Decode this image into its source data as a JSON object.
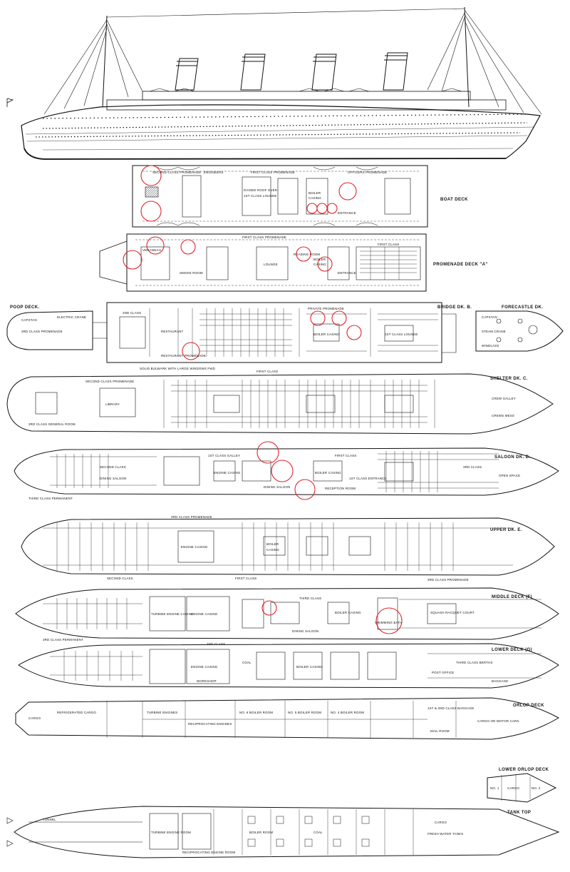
{
  "diagram": {
    "colors": {
      "ink": "#111111",
      "paper": "#ffffff",
      "highlight": "#e0242b"
    },
    "decks": [
      {
        "id": "boat",
        "title": "BOAT DECK",
        "labels": [
          "SECOND CLASS PROMENADE",
          "ENGINEERS",
          "FIRST CLASS PROMENADE",
          "OFFICERS PROMENADE",
          "RAISED ROOF OVER",
          "1ST CLASS LOUNGE",
          "BOILER",
          "CASING",
          "ENTRANCE"
        ]
      },
      {
        "id": "promenade",
        "title": "PROMENADE DECK \"A\"",
        "labels": [
          "FIRST CLASS PROMENADE",
          "VERANDAH",
          "SMOKE ROOM",
          "LOUNGE",
          "READING ROOM",
          "BOILER",
          "CASING",
          "ENTRANCE",
          "FIRST CLASS"
        ]
      },
      {
        "id": "poop",
        "title": "POOP DECK.",
        "labels": [
          "CAPSTAN",
          "ELECTRIC CRANE",
          "3RD CLASS PROMENADE",
          "2ND CLASS",
          "RESTAURANT",
          "RESTAURANT PROMENADE",
          "PRIVATE PROMENADE",
          "BOILER CASING",
          "1ST CLASS LOUNGE"
        ]
      },
      {
        "id": "bridge",
        "title": "BRIDGE DK. B.",
        "labels": []
      },
      {
        "id": "forecastle",
        "title": "FORECASTLE DK.",
        "labels": [
          "CAPSTAN",
          "STEAM CRANE",
          "WINDLASS"
        ]
      },
      {
        "id": "shelter",
        "title": "SHELTER DK. C.",
        "labels": [
          "SOLID BULWARK WITH LARGE WINDOWS FWD",
          "SECOND CLASS PROMENADE",
          "FIRST CLASS",
          "3RD CLASS GENERAL ROOM",
          "LIBRARY",
          "CREW GALLEY",
          "CREWS MESS"
        ]
      },
      {
        "id": "saloon",
        "title": "SALOON DK. D.",
        "labels": [
          "SECOND CLASS",
          "DINING SALOON",
          "1ST CLASS GALLEY",
          "ENGINE CASING",
          "BOILER CASING",
          "DINING SALOON",
          "RECEPTION ROOM",
          "FIRST CLASS",
          "3RD CLASS",
          "1ST CLASS ENTRANCE",
          "OPEN SPACE",
          "THIRD CLASS PERMANENT"
        ]
      },
      {
        "id": "upper",
        "title": "UPPER DK. E.",
        "labels": [
          "3RD CLASS PROMENADE",
          "ENGINE CASING",
          "BOILER",
          "CASING",
          "SECOND CLASS",
          "FIRST CLASS",
          "3RD CLASS PROMENADE"
        ]
      },
      {
        "id": "middle",
        "title": "MIDDLE DECK (F)",
        "labels": [
          "TURBINE ENGINE CASING",
          "ENGINE CASING",
          "BOILER CASING",
          "THIRD CLASS",
          "DINING SALOON",
          "SWIMMING BATH",
          "SQUASH RACQUET COURT",
          "3RD CLASS PERMANENT",
          "2ND CLASS"
        ]
      },
      {
        "id": "lower",
        "title": "LOWER DECK (G)",
        "labels": [
          "ENGINE CASING",
          "BOILER CASING",
          "COAL",
          "WORKSHOP",
          "THIRD CLASS BERTHS",
          "POST OFFICE",
          "BAGGAGE"
        ]
      },
      {
        "id": "orlop",
        "title": "ORLOP DECK",
        "labels": [
          "CARGO",
          "REFRIGERATED CARGO",
          "TURBINE ENGINES",
          "RECIPROCATING ENGINES",
          "NO. 6 BOILER ROOM",
          "NO. 5 BOILER ROOM",
          "NO. 4 BOILER ROOM",
          "1ST & 2ND CLASS BAGGAGE",
          "MAIL ROOM",
          "CARGO OR MOTOR CARS"
        ]
      },
      {
        "id": "lowerorlop",
        "title": "LOWER ORLOP DECK",
        "labels": [
          "NO. 1",
          "CARGO",
          "NO. 2"
        ]
      },
      {
        "id": "tanktop",
        "title": "TANK TOP",
        "labels": [
          "TUNNEL",
          "TURBINE ENGINE ROOM",
          "RECIPROCATING ENGINE ROOM",
          "BOILER ROOM",
          "COAL",
          "CARGO",
          "FRESH WATER TANKS"
        ]
      }
    ]
  }
}
